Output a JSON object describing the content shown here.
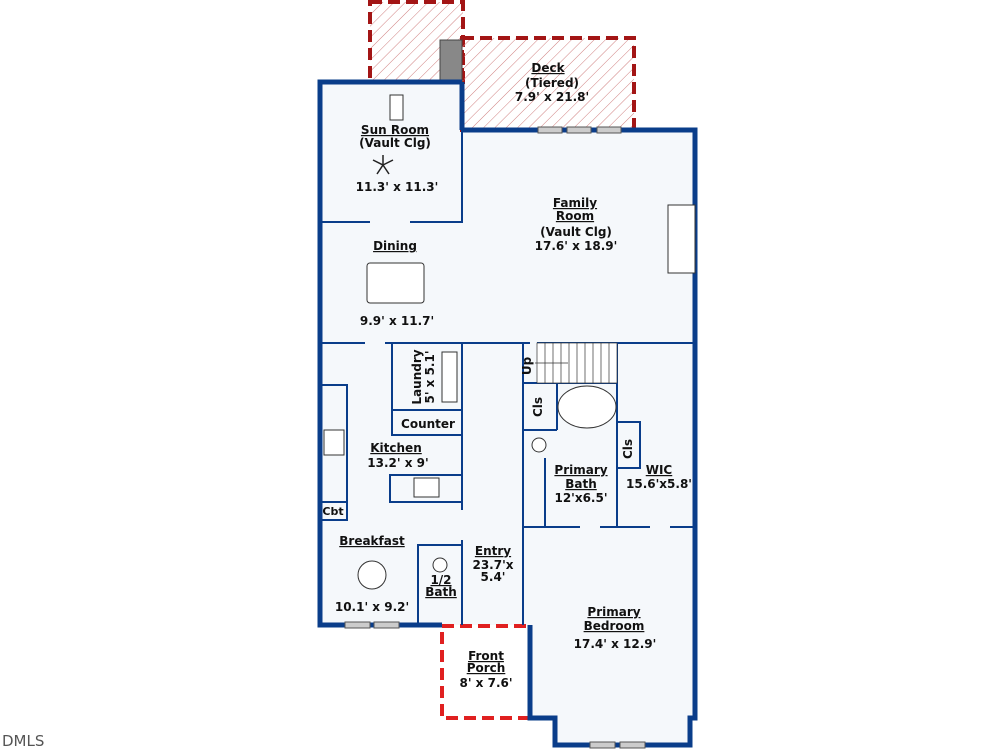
{
  "rooms": {
    "deck": {
      "name": "Deck",
      "note": "(Tiered)",
      "size": "7.9' x 21.8'"
    },
    "sun_room": {
      "name": "Sun Room",
      "note": "(Vault Clg)",
      "size": "11.3' x 11.3'"
    },
    "family_room": {
      "name1": "Family",
      "name2": "Room",
      "note": "(Vault Clg)",
      "size": "17.6' x 18.9'"
    },
    "dining": {
      "name": "Dining",
      "size": "9.9' x 11.7'"
    },
    "laundry": {
      "name": "Laundry",
      "size": "5' x 5.1'"
    },
    "counter": {
      "name": "Counter"
    },
    "kitchen": {
      "name": "Kitchen",
      "size": "13.2' x 9'"
    },
    "cbt": {
      "name": "Cbt"
    },
    "breakfast": {
      "name": "Breakfast",
      "size": "10.1' x 9.2'"
    },
    "half_bath": {
      "name1": "1/2",
      "name2": "Bath"
    },
    "entry": {
      "name": "Entry",
      "size1": "23.7'x",
      "size2": "5.4'"
    },
    "stairs": {
      "name": "Up"
    },
    "closet1": {
      "name": "Cls"
    },
    "closet2": {
      "name": "Cls"
    },
    "primary_bath": {
      "name1": "Primary",
      "name2": "Bath",
      "size": "12'x6.5'"
    },
    "wic": {
      "name": "WIC",
      "size": "15.6'x5.8'"
    },
    "primary_bedroom": {
      "name1": "Primary",
      "name2": "Bedroom",
      "size": "17.4' x 12.9'"
    },
    "front_porch": {
      "name1": "Front",
      "name2": "Porch",
      "size": "8' x 7.6'"
    }
  },
  "watermark": "DMLS",
  "colors": {
    "wall": "#0a3d8a",
    "outdoor": "#a31515",
    "floor": "#f5f8fb"
  }
}
